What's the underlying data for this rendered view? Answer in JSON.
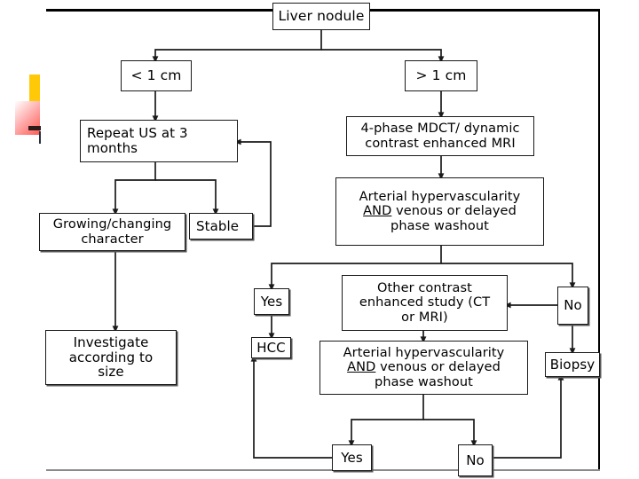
{
  "document": {
    "type": "clinical-flowchart",
    "title": "Liver nodule management algorithm"
  },
  "nodes": [
    {
      "id": "liver-nodule",
      "label": "Liver nodule"
    },
    {
      "id": "less-1cm",
      "label": "< 1 cm"
    },
    {
      "id": "greater-1cm",
      "label": "> 1 cm"
    },
    {
      "id": "repeat-us",
      "label": "Repeat US at 3 months"
    },
    {
      "id": "mdct-mri",
      "label": "4-phase MDCT/ dynamic contrast enhanced MRI"
    },
    {
      "id": "growing-changing",
      "label": "Growing/changing character"
    },
    {
      "id": "stable",
      "label": "Stable"
    },
    {
      "id": "arterial-1",
      "label": "Arterial hypervascularity AND venous or delayed phase washout"
    },
    {
      "id": "investigate-size",
      "label": "Investigate according to size"
    },
    {
      "id": "yes-1",
      "label": "Yes"
    },
    {
      "id": "no-1",
      "label": "No"
    },
    {
      "id": "other-contrast",
      "label": "Other contrast enhanced study (CT or MRI)"
    },
    {
      "id": "hcc",
      "label": "HCC"
    },
    {
      "id": "arterial-2",
      "label": "Arterial hypervascularity AND venous or delayed phase washout"
    },
    {
      "id": "biopsy",
      "label": "Biopsy"
    },
    {
      "id": "yes-2",
      "label": "Yes"
    },
    {
      "id": "no-2",
      "label": "No"
    }
  ],
  "text": {
    "liver_nodule": "Liver nodule",
    "less_1cm": "< 1 cm",
    "greater_1cm": "> 1 cm",
    "repeat_us_line1": "Repeat US at 3",
    "repeat_us_line2": "months",
    "mdct_line1": "4-phase MDCT/ dynamic",
    "mdct_line2": "contrast enhanced MRI",
    "growing_line1": "Growing/changing",
    "growing_line2": "character",
    "stable": "Stable",
    "arterial_line1": "Arterial hypervascularity",
    "arterial_and": "AND",
    "arterial_line2_rest": " venous or delayed",
    "arterial_line3": "phase washout",
    "investigate_line1": "Investigate",
    "investigate_line2": "according to",
    "investigate_line3": "size",
    "yes_1": "Yes",
    "no_1": "No",
    "other_line1": "Other contrast",
    "other_line2": "enhanced study (CT",
    "other_line3": "or MRI)",
    "hcc": "HCC",
    "biopsy": "Biopsy",
    "yes_2": "Yes",
    "no_2": "No"
  },
  "colors": {
    "stroke": "#1a1a1a",
    "background": "#ffffff",
    "deco_yellow": "#ffc907",
    "deco_pink": "#ff5a52",
    "frame_line": "#000000"
  },
  "edges": [
    {
      "from": "liver-nodule",
      "to": "less-1cm",
      "label": ""
    },
    {
      "from": "liver-nodule",
      "to": "greater-1cm",
      "label": ""
    },
    {
      "from": "less-1cm",
      "to": "repeat-us",
      "label": ""
    },
    {
      "from": "greater-1cm",
      "to": "mdct-mri",
      "label": ""
    },
    {
      "from": "repeat-us",
      "to": "growing-changing",
      "label": ""
    },
    {
      "from": "repeat-us",
      "to": "stable",
      "label": ""
    },
    {
      "from": "stable",
      "to": "repeat-us",
      "label": ""
    },
    {
      "from": "growing-changing",
      "to": "investigate-size",
      "label": ""
    },
    {
      "from": "mdct-mri",
      "to": "arterial-1",
      "label": ""
    },
    {
      "from": "arterial-1",
      "to": "yes-1",
      "label": ""
    },
    {
      "from": "arterial-1",
      "to": "no-1",
      "label": ""
    },
    {
      "from": "yes-1",
      "to": "hcc",
      "label": ""
    },
    {
      "from": "no-1",
      "to": "other-contrast",
      "label": ""
    },
    {
      "from": "no-1",
      "to": "biopsy",
      "label": ""
    },
    {
      "from": "other-contrast",
      "to": "arterial-2",
      "label": ""
    },
    {
      "from": "arterial-2",
      "to": "yes-2",
      "label": ""
    },
    {
      "from": "arterial-2",
      "to": "no-2",
      "label": ""
    },
    {
      "from": "yes-2",
      "to": "hcc",
      "label": ""
    },
    {
      "from": "no-2",
      "to": "biopsy",
      "label": ""
    }
  ]
}
